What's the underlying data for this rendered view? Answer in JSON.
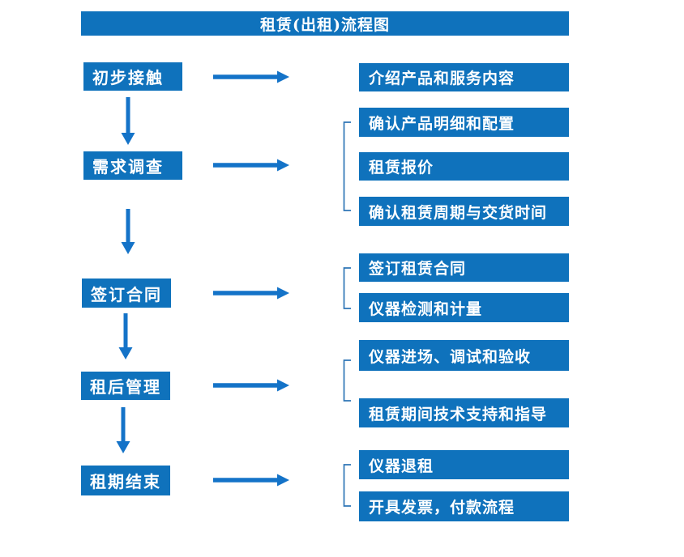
{
  "title": "租赁(出租)流程图",
  "colors": {
    "box_blue": "#0F72BC",
    "arrow_blue": "#1473C8",
    "bracket_blue": "#2E75B6",
    "text_white": "#FFFFFF",
    "background": "#FFFFFF"
  },
  "steps": [
    {
      "label": "初步接触",
      "details": [
        "介绍产品和服务内容"
      ]
    },
    {
      "label": "需求调查",
      "details": [
        "确认产品明细和配置",
        "租赁报价",
        "确认租赁周期与交货时间"
      ]
    },
    {
      "label": "签订合同",
      "details": [
        "签订租赁合同",
        "仪器检测和计量"
      ]
    },
    {
      "label": "租后管理",
      "details": [
        "仪器进场、调试和验收",
        "租赁期间技术支持和指导"
      ]
    },
    {
      "label": "租期结束",
      "details": [
        "仪器退租",
        "开具发票，付款流程"
      ]
    }
  ]
}
